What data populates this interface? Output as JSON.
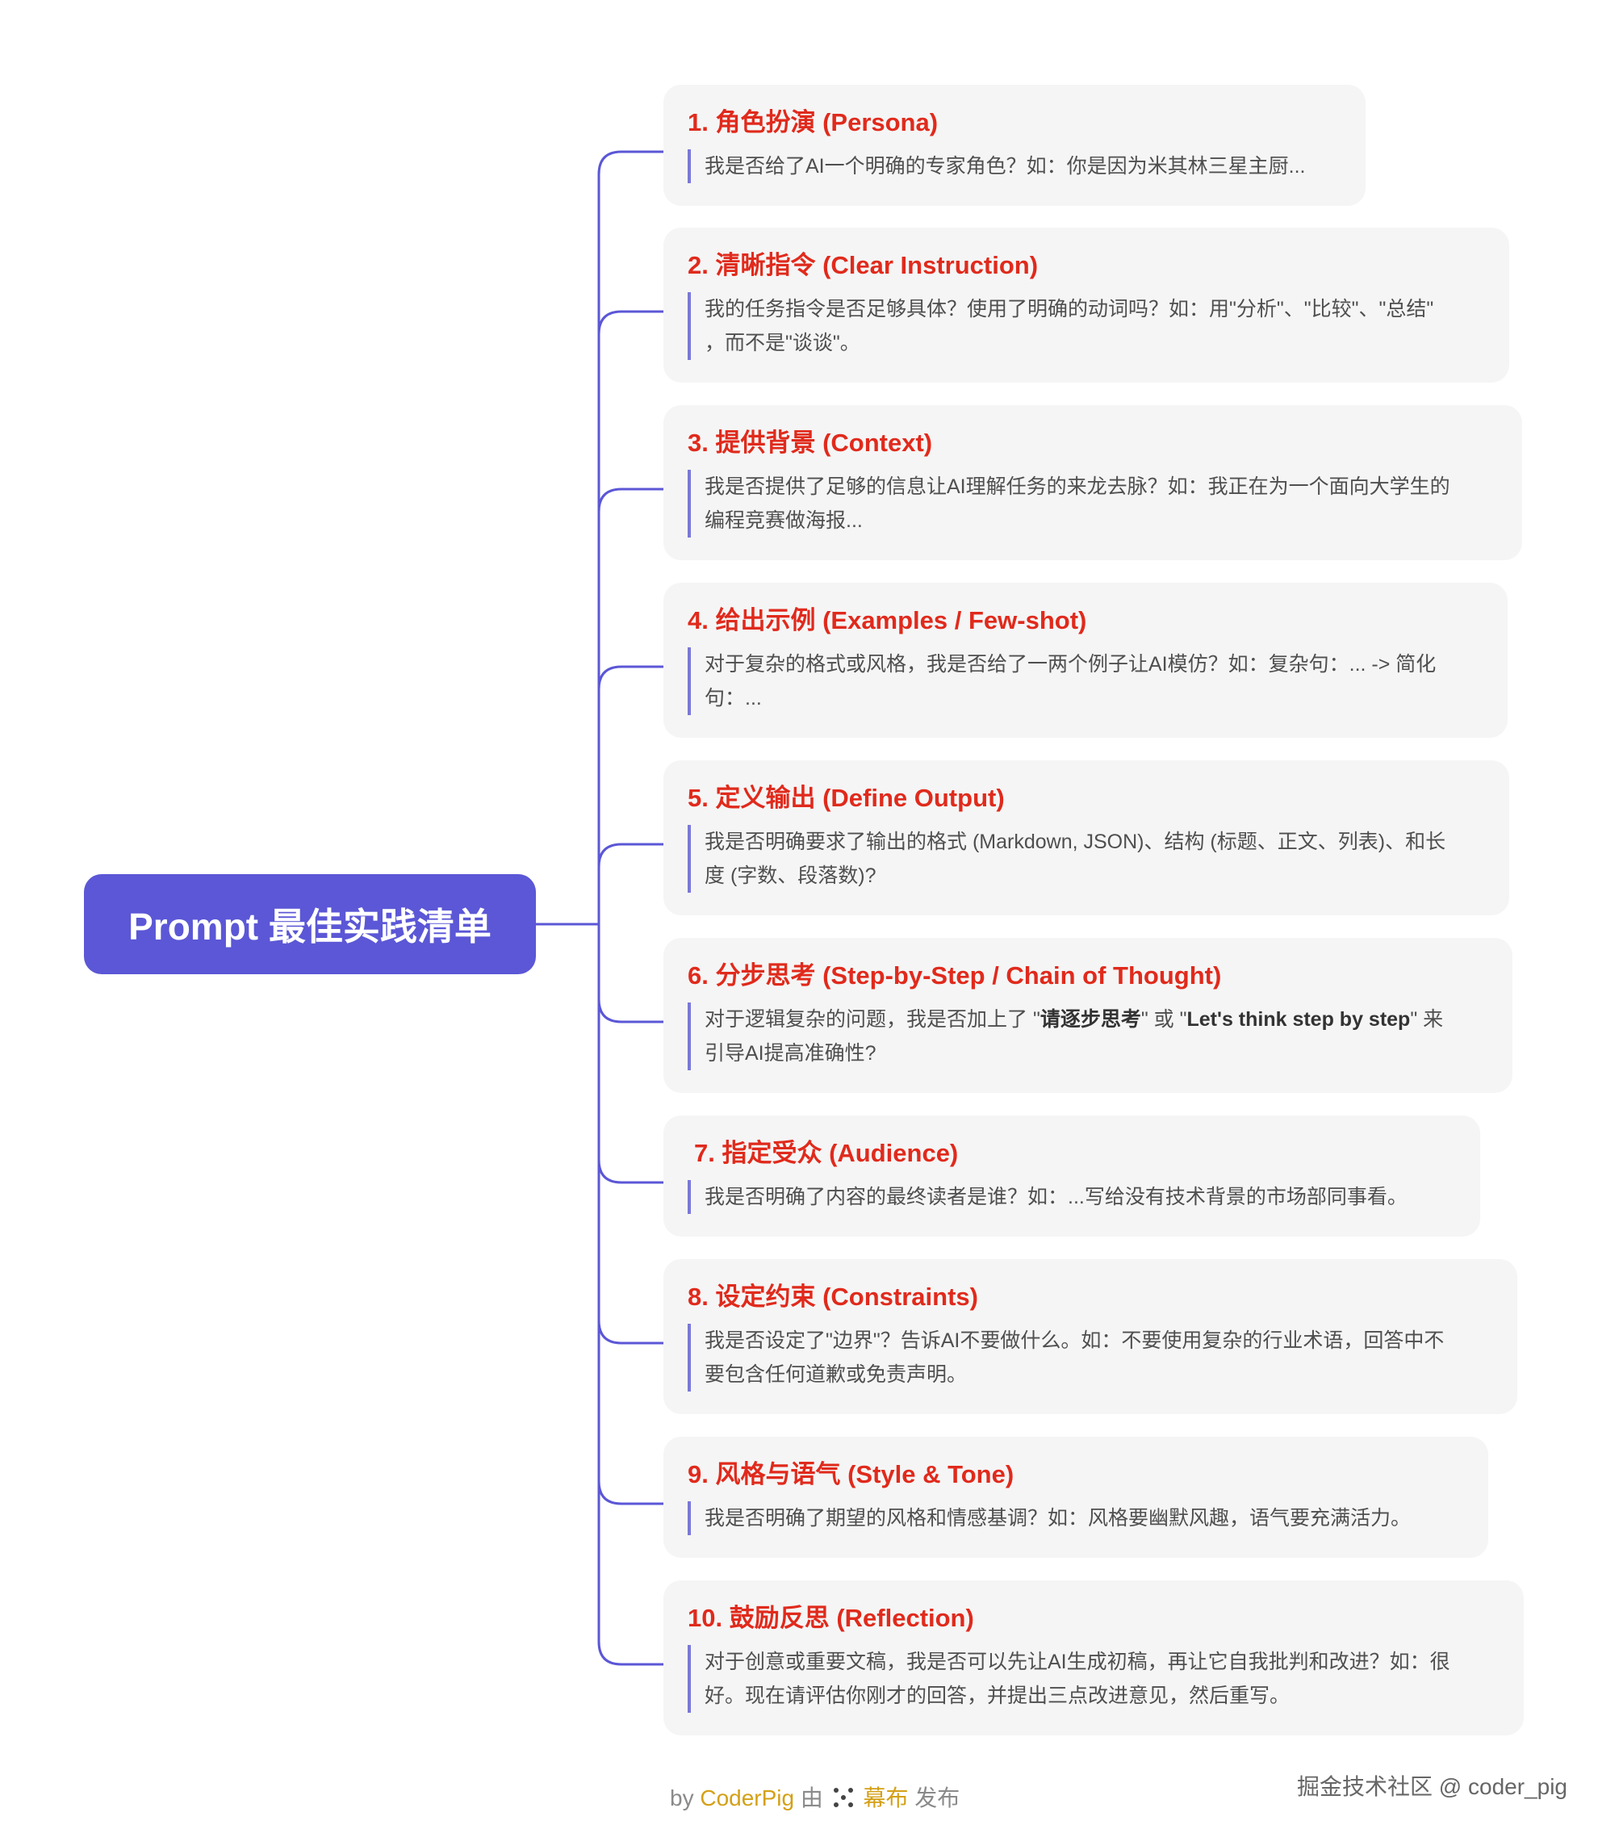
{
  "root": {
    "title": "Prompt 最佳实践清单"
  },
  "colors": {
    "root_bg": "#5b57d6",
    "connector": "#5b57d6",
    "node_bg": "#f5f5f5",
    "title_red": "#e02a1c",
    "quote_bar": "#7a78d8",
    "brand": "#d4a017"
  },
  "nodes": [
    {
      "title": "1. 角色扮演 (Persona)",
      "desc": [
        "我是否给了AI一个明确的专家角色？如：你是因为米其林三星主厨..."
      ]
    },
    {
      "title": "2. 清晰指令 (Clear Instruction)",
      "desc": [
        "我的任务指令是否足够具体？使用了明确的动词吗？如：用\"分析\"、\"比较\"、\"总结\"",
        "，而不是\"谈谈\"。"
      ]
    },
    {
      "title": "3. 提供背景 (Context)",
      "desc": [
        "我是否提供了足够的信息让AI理解任务的来龙去脉？如：我正在为一个面向大学生的",
        "编程竞赛做海报..."
      ]
    },
    {
      "title": "4. 给出示例 (Examples / Few-shot)",
      "desc": [
        "对于复杂的格式或风格，我是否给了一两个例子让AI模仿？如：复杂句：... -> 简化",
        "句：..."
      ]
    },
    {
      "title": "5. 定义输出 (Define Output)",
      "desc": [
        "我是否明确要求了输出的格式 (Markdown, JSON)、结构 (标题、正文、列表)、和长",
        "度 (字数、段落数)?"
      ]
    },
    {
      "title": "6. 分步思考 (Step-by-Step / Chain of Thought)",
      "desc_rich": {
        "pre": "对于逻辑复杂的问题，我是否加上了 \"",
        "bold1": "请逐步思考",
        "mid": "\" 或 \"",
        "bold2": "Let's think step by step",
        "post": "\" 来",
        "line2": "引导AI提高准确性?"
      }
    },
    {
      "title": "7. 指定受众 (Audience)",
      "desc": [
        "我是否明确了内容的最终读者是谁？如：...写给没有技术背景的市场部同事看。"
      ]
    },
    {
      "title": "8. 设定约束 (Constraints)",
      "desc": [
        "我是否设定了\"边界\"？告诉AI不要做什么。如：不要使用复杂的行业术语，回答中不",
        "要包含任何道歉或免责声明。"
      ]
    },
    {
      "title": "9. 风格与语气 (Style & Tone)",
      "desc": [
        "我是否明确了期望的风格和情感基调？如：风格要幽默风趣，语气要充满活力。"
      ]
    },
    {
      "title": "10. 鼓励反思 (Reflection)",
      "desc": [
        "对于创意或重要文稿，我是否可以先让AI生成初稿，再让它自我批判和改进？如：很",
        "好。现在请评估你刚才的回答，并提出三点改进意见，然后重写。"
      ]
    }
  ],
  "footer": {
    "by": "by",
    "author": "CoderPig",
    "from": "由",
    "app": "幕布",
    "publish": "发布"
  },
  "watermark": "掘金技术社区 @ coder_pig"
}
